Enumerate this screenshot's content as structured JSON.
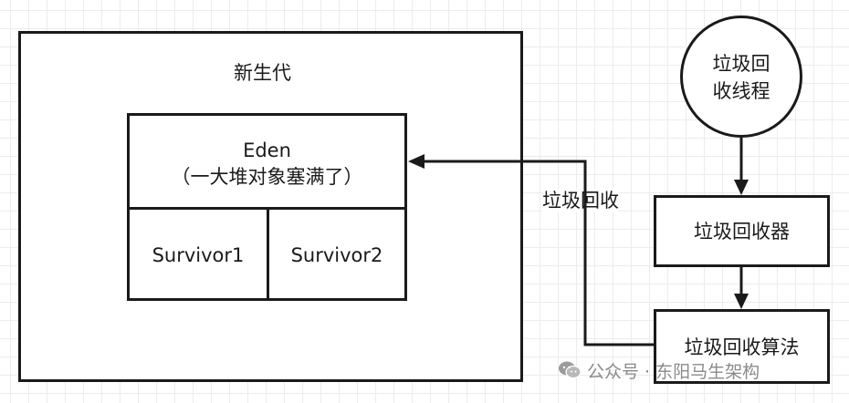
{
  "diagram": {
    "heap": {
      "title": "新生代",
      "eden": {
        "name": "Eden",
        "note": "（一大堆对象塞满了）"
      },
      "survivor1": "Survivor1",
      "survivor2": "Survivor2"
    },
    "gc_thread": {
      "line1": "垃圾回",
      "line2": "收线程"
    },
    "collector": "垃圾回收器",
    "algorithm": "垃圾回收算法",
    "edge_label": "垃圾回收"
  },
  "watermark": {
    "text": "公众号 · 东阳马生架构",
    "icon": "wechat-icon"
  },
  "colors": {
    "stroke": "#1a1a1a",
    "grid": "#ececec",
    "watermark": "#8a8a8a"
  }
}
